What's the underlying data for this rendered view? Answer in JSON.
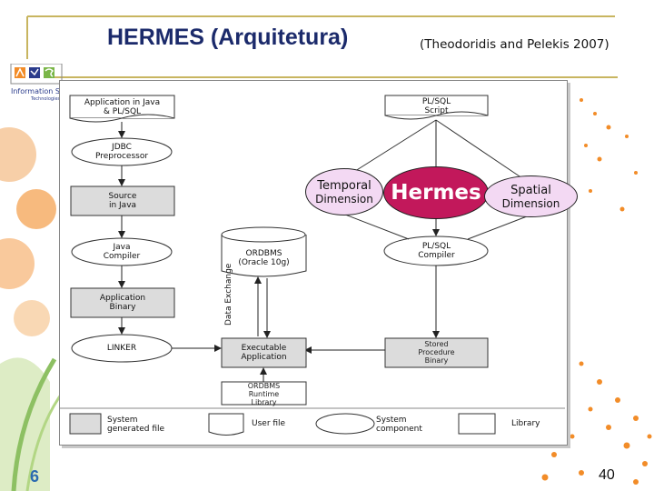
{
  "slide": {
    "title": "HERMES (Arquitetura)",
    "citation": "(Theodoridis and Pelekis 2007)",
    "page_number": "40",
    "corner_digit": "6",
    "logo_text": "Information S",
    "logo_subtext": "Technologies"
  },
  "colors": {
    "title": "#1b2a6b",
    "accent_orange": "#f28c28",
    "accent_green": "#7ab648",
    "hermes_fill": "#c2185b",
    "dimension_fill": "#f3d9f3"
  },
  "diagram": {
    "left_column": [
      {
        "line1": "Application in Java",
        "line2": "& PL/SQL"
      },
      {
        "line1": "JDBC",
        "line2": "Preprocessor"
      },
      {
        "line1": "Source",
        "line2": "in Java"
      },
      {
        "line1": "Java",
        "line2": "Compiler"
      },
      {
        "line1": "Application",
        "line2": "Binary"
      },
      {
        "line1": "LINKER",
        "line2": ""
      }
    ],
    "right_column": [
      {
        "line1": "PL/SQL",
        "line2": "Script"
      },
      {
        "line1": "PL/SQL",
        "line2": "Compiler"
      },
      {
        "line1": "Stored",
        "line2": "Procedure",
        "line3": "Binary"
      }
    ],
    "center": {
      "ordbms_line1": "ORDBMS",
      "ordbms_line2": "(Oracle 10g)",
      "executable_line1": "Executable",
      "executable_line2": "Application",
      "runtime_line1": "ORDBMS",
      "runtime_line2": "Runtime",
      "runtime_line3": "Library",
      "data_exchange": "Data Exchange"
    },
    "legend": [
      {
        "line1": "System",
        "line2": "generated file"
      },
      {
        "line1": "User file",
        "line2": ""
      },
      {
        "line1": "System",
        "line2": "component"
      },
      {
        "line1": "Library",
        "line2": ""
      }
    ],
    "dimensions": {
      "temporal_line1": "Temporal",
      "temporal_line2": "Dimension",
      "hermes": "Hermes",
      "spatial_line1": "Spatial",
      "spatial_line2": "Dimension"
    }
  }
}
